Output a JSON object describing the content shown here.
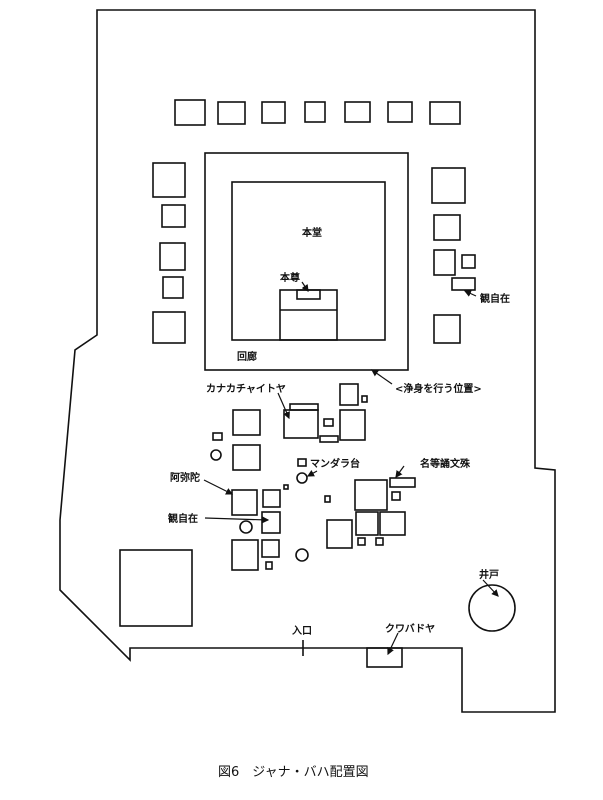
{
  "labels": {
    "main_hall": "本堂",
    "principal_image": "本尊",
    "avalokiteshvara_1": "観自在",
    "cloister": "回廊",
    "purification_spot": "<浄身を行う位置>",
    "kanaka_chaitya": "カナカチャイトヤ",
    "mandala_platform": "マンダラ台",
    "manjushri": "名等誦文殊",
    "amitabha": "阿弥陀",
    "avalokiteshvara_2": "観自在",
    "well": "井戸",
    "entrance": "入口",
    "kwapa_dyah": "クワバドヤ"
  },
  "caption": "図6　ジャナ・バハ配置図"
}
